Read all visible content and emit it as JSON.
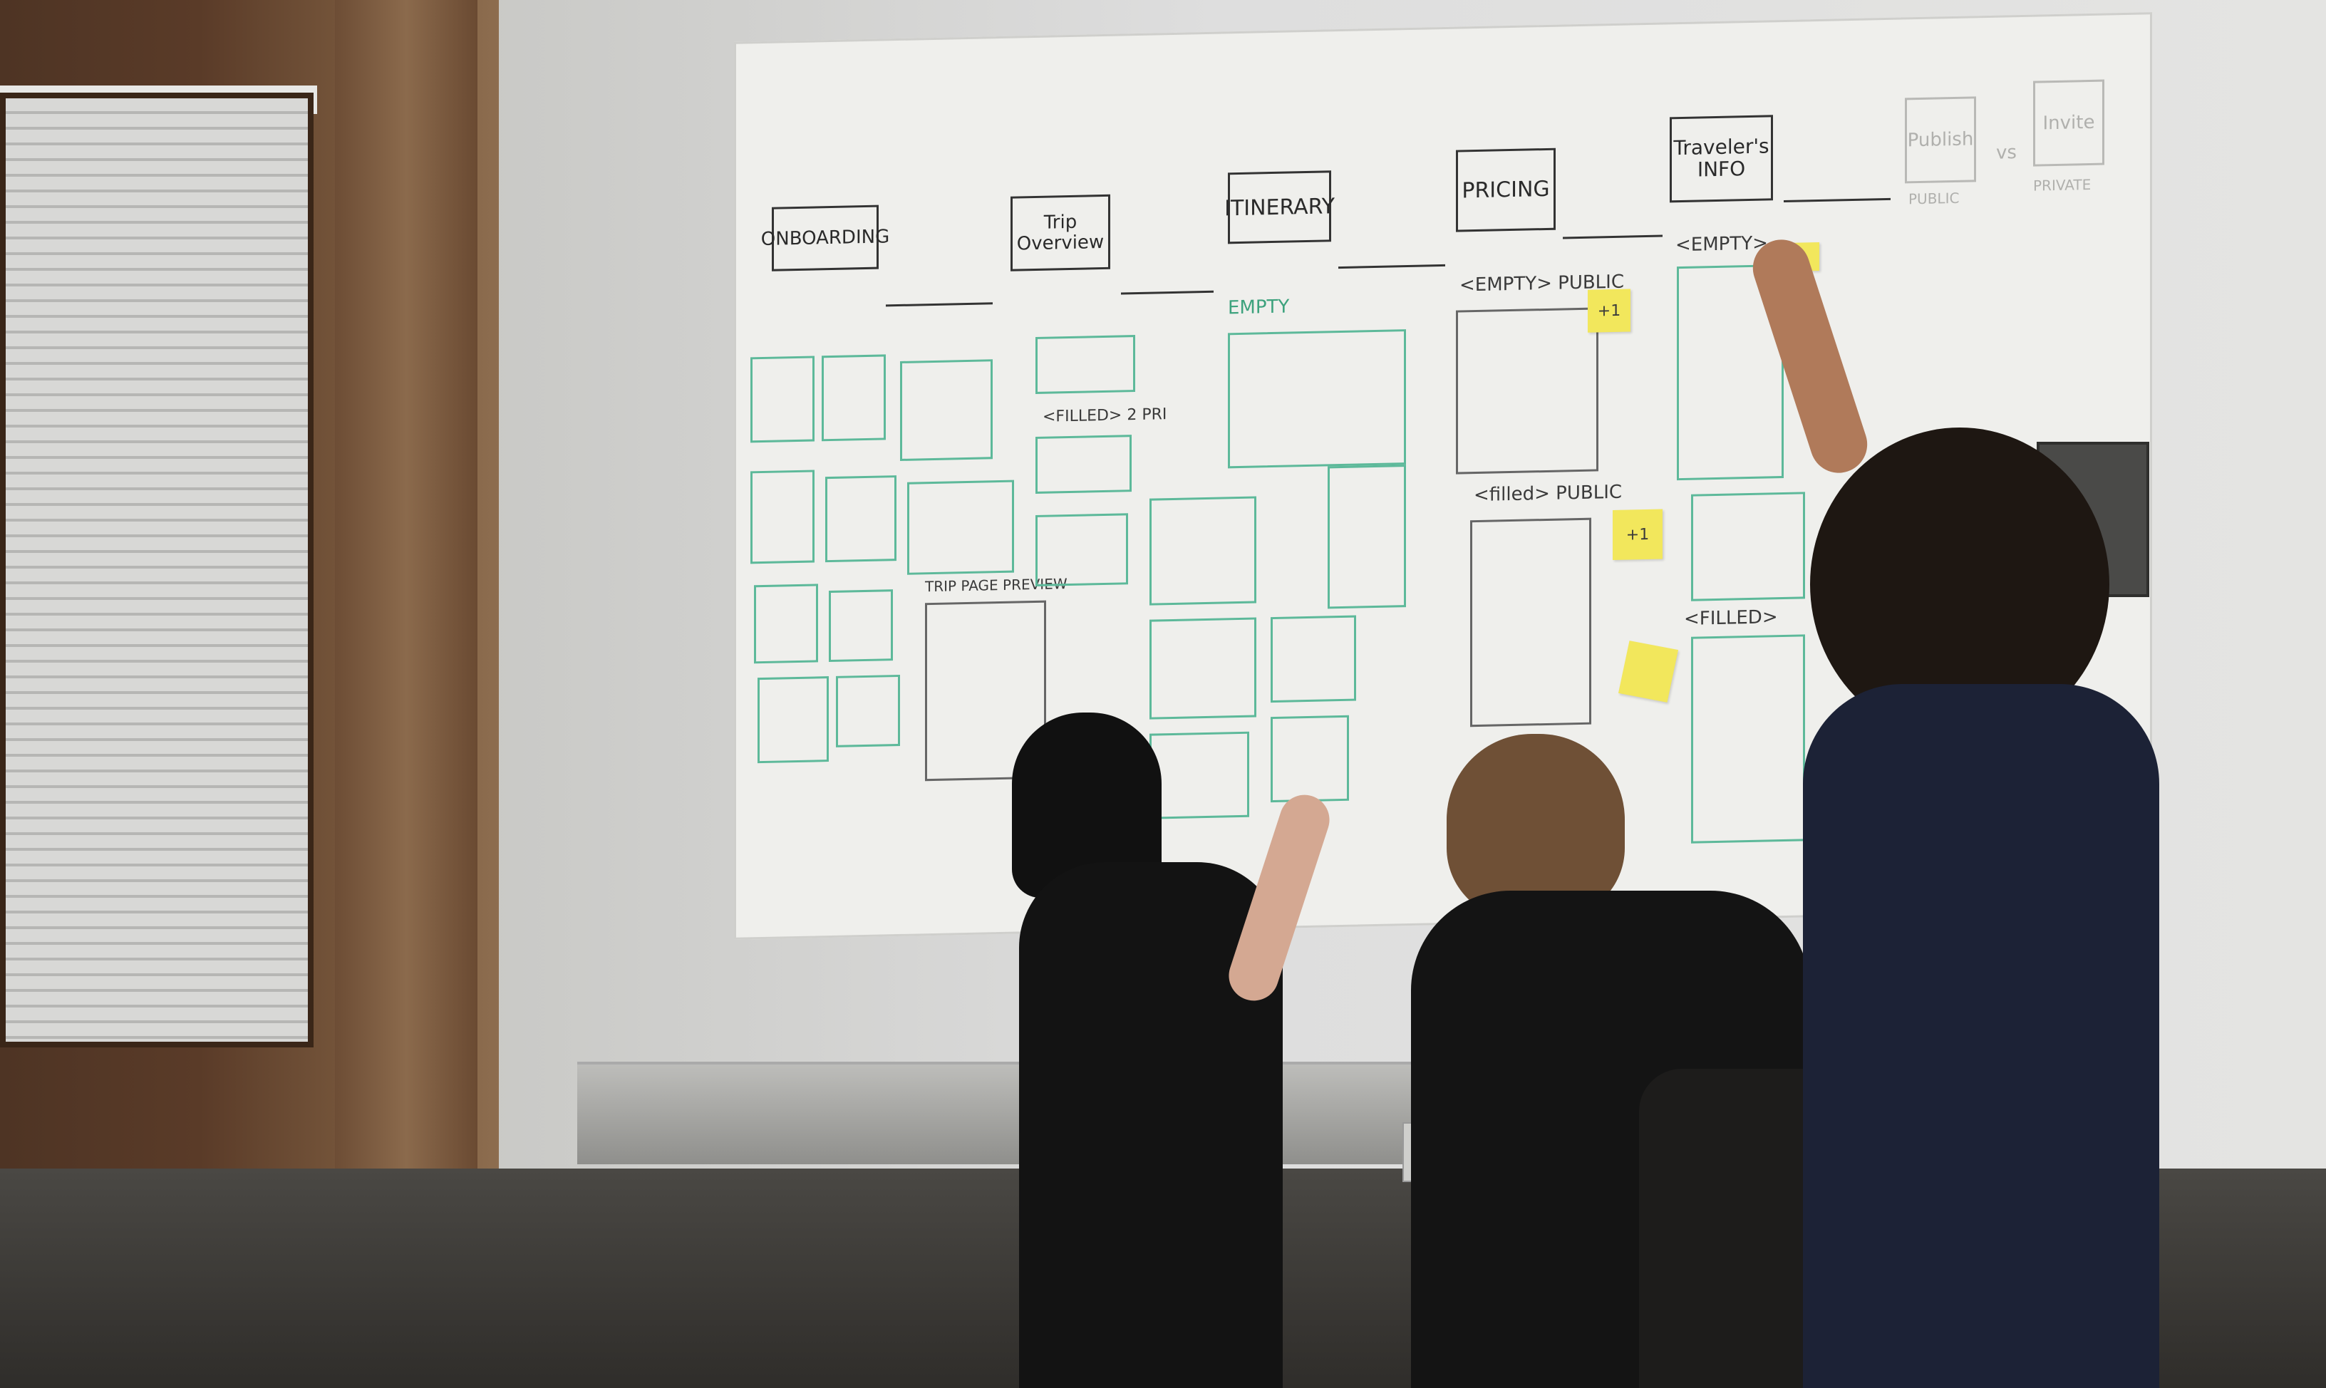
{
  "scene": {
    "headers": {
      "onboarding": "ONBOARDING",
      "trip_overview": "Trip Overview",
      "itinerary": "ITINERARY",
      "pricing": "PRICING",
      "travelers_info": "Traveler's INFO",
      "publish": "Publish",
      "vs": "vs",
      "invite": "Invite",
      "public": "PUBLIC",
      "private": "PRIVATE"
    },
    "sublabels": {
      "empty_itinerary": "EMPTY",
      "empty_pricing": "<EMPTY> PUBLIC",
      "filled_pricing": "<filled> PUBLIC",
      "empty_travelers": "<EMPTY>",
      "filled_travelers": "<FILLED>",
      "filled_overview": "<FILLED> 2 PRI",
      "trip_page_preview": "TRIP PAGE PREVIEW"
    },
    "sticky_notes": [
      "+1",
      "+1"
    ],
    "colors": {
      "marker_green": "#3da27d",
      "marker_black": "#333333",
      "sticky_yellow": "#f2e75c",
      "board": "#efefec"
    }
  }
}
